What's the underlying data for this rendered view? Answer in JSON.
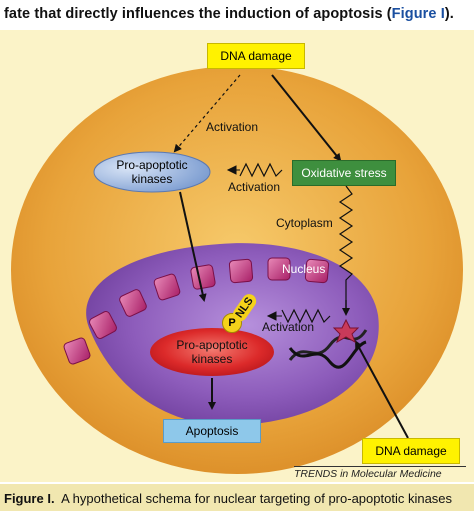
{
  "header": {
    "text": "fate that directly influences the induction of apoptosis (",
    "link": "Figure I",
    "end": ")."
  },
  "diagram": {
    "dna_damage_top": "DNA damage",
    "activation_upper": "Activation",
    "pro_apoptotic_top": "Pro-apoptotic kinases",
    "activation_middle": "Activation",
    "oxidative_stress": "Oxidative stress",
    "cytoplasm": "Cytoplasm",
    "nucleus": "Nucleus",
    "p_label": "P",
    "nls_label": "NLS",
    "activation_nuclear": "Activation",
    "pro_apoptotic_nuclear": "Pro-apoptotic kinases",
    "apoptosis": "Apoptosis",
    "dna_damage_bottom": "DNA damage"
  },
  "credit": "TRENDS in Molecular Medicine",
  "caption": {
    "prefix": "Figure I.",
    "text": "A hypothetical schema for nuclear targeting of pro-apoptotic kinases"
  },
  "colors": {
    "panel": "#fbf3c8",
    "cell": "#e9a63a",
    "nucleus": "#8c5cb8",
    "pore": "#c0307a",
    "yellow_box": "#fff200",
    "green_box": "#3e8f3e",
    "apoptosis_box": "#8ec8ea",
    "red_kinase": "#d8262a"
  }
}
